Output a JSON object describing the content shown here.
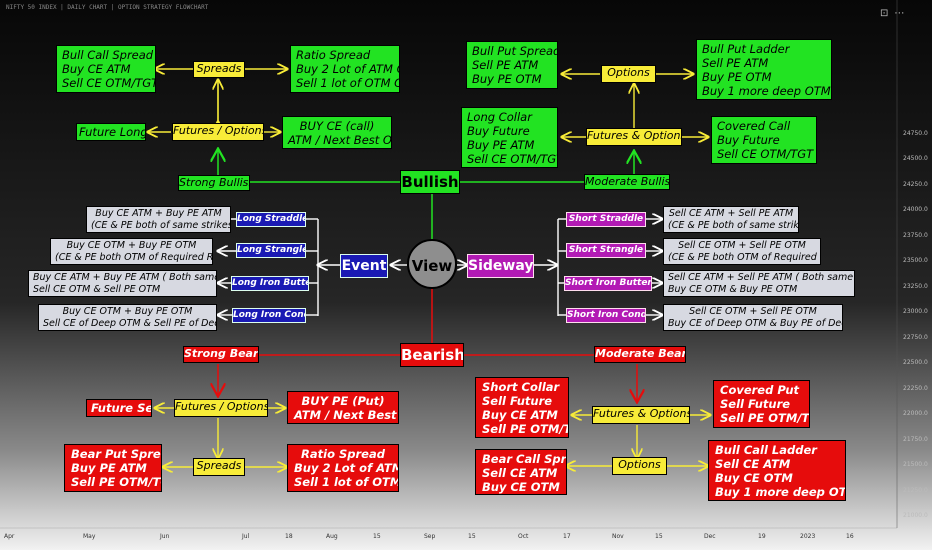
{
  "header_text": "NIFTY 50 INDEX | DAILY CHART | OPTION STRATEGY FLOWCHART",
  "center": {
    "label": "View"
  },
  "main": {
    "bullish": "Bullish",
    "bearish": "Bearish",
    "event": "Event",
    "sideways": "Sideways"
  },
  "bull": {
    "strong": "Strong Bullish",
    "moderate": "Moderate Bullish",
    "future_long": "Future Long",
    "futures_options": "Futures / Options",
    "buy_ce": "BUY CE (call)\nATM / Next Best OTM",
    "spreads": "Spreads",
    "bull_call_spread": "Bull Call Spread\nBuy CE ATM\nSell CE OTM/TGT",
    "ratio_spread": "Ratio Spread\nBuy 2 Lot of ATM CE\nSell 1 lot of OTM CE",
    "options": "Options",
    "bull_put_spread": "Bull Put Spread\nSell PE ATM\nBuy PE OTM",
    "bull_put_ladder": "Bull Put Ladder\nSell PE ATM\nBuy PE OTM\nBuy 1 more deep OTM PE",
    "futures_and_options": "Futures & Options",
    "long_collar": "Long Collar\nBuy Future\nBuy PE ATM\nSell CE OTM/TGT",
    "covered_call": "Covered Call\nBuy Future\nSell CE OTM/TGT"
  },
  "bear": {
    "strong": "Strong Bearish",
    "moderate": "Moderate Bearish",
    "future_sell": "Future Sell",
    "futures_options": "Futures / Options",
    "buy_pe": "BUY PE (Put)\nATM / Next Best OTM",
    "spreads": "Spreads",
    "bear_put_spread": "Bear Put Spread\nBuy PE ATM\nSell PE OTM/TGT",
    "ratio_spread": "Ratio Spread\nBuy 2 Lot of ATM PE\nSell 1 lot of OTM PE",
    "short_collar": "Short Collar\nSell Future\nBuy CE ATM\nSell PE OTM/TGT",
    "futures_and_options": "Futures & Options",
    "covered_put": "Covered Put\nSell Future\nSell PE OTM/TGT",
    "bear_call_spread": "Bear Call Spread\nSell CE ATM\nBuy CE OTM",
    "options": "Options",
    "bull_call_ladder": "Bull Call Ladder\nSell CE ATM\nBuy CE OTM\nBuy 1 more deep OTM CE"
  },
  "event": {
    "items": [
      {
        "label": "Long Straddle",
        "desc": "Buy CE ATM + Buy PE ATM\n(CE & PE both of same strikes)"
      },
      {
        "label": "Long Strangle",
        "desc": "Buy CE OTM + Buy PE OTM\n(CE & PE both OTM of Required Range)"
      },
      {
        "label": "Long Iron Butterfly",
        "desc": "Buy CE ATM + Buy PE ATM ( Both same strikes)\nSell CE OTM & Sell PE OTM"
      },
      {
        "label": "Long Iron Condor",
        "desc": "Buy CE OTM + Buy PE OTM\nSell CE of Deep OTM & Sell PE of Deep OTM"
      }
    ]
  },
  "sideways": {
    "items": [
      {
        "label": "Short Straddle",
        "desc": "Sell CE ATM + Sell PE ATM\n(CE & PE both of same strikes)"
      },
      {
        "label": "Short Strangle",
        "desc": "Sell CE OTM + Sell PE OTM\n(CE & PE both OTM of Required Range)"
      },
      {
        "label": "Short Iron Butterfly",
        "desc": "Sell CE ATM + Sell PE ATM ( Both same strikes)\nBuy CE OTM & Buy PE OTM"
      },
      {
        "label": "Short Iron Condor",
        "desc": "Sell CE OTM + Sell PE OTM\nBuy CE of Deep OTM & Buy PE of Deep OTM"
      }
    ]
  },
  "x_axis": [
    "Apr",
    "May",
    "Jun",
    "Jul",
    "18",
    "Aug",
    "15",
    "Sep",
    "15",
    "Oct",
    "17",
    "Nov",
    "15",
    "Dec",
    "19",
    "2023",
    "16"
  ],
  "y_axis": [
    "24750.0",
    "24500.0",
    "24250.0",
    "24000.0",
    "23750.0",
    "23500.0",
    "23250.0",
    "23000.0",
    "22750.0",
    "22500.0",
    "22250.0",
    "22000.0",
    "21750.0",
    "21500.0",
    "21250.0",
    "21000.0"
  ],
  "colors": {
    "green": "#22e322",
    "red": "#e60c0c",
    "yellow": "#f8ec38",
    "blue": "#1a1ab4",
    "purple": "#b21ab4",
    "grey": "#d7d9e1"
  }
}
